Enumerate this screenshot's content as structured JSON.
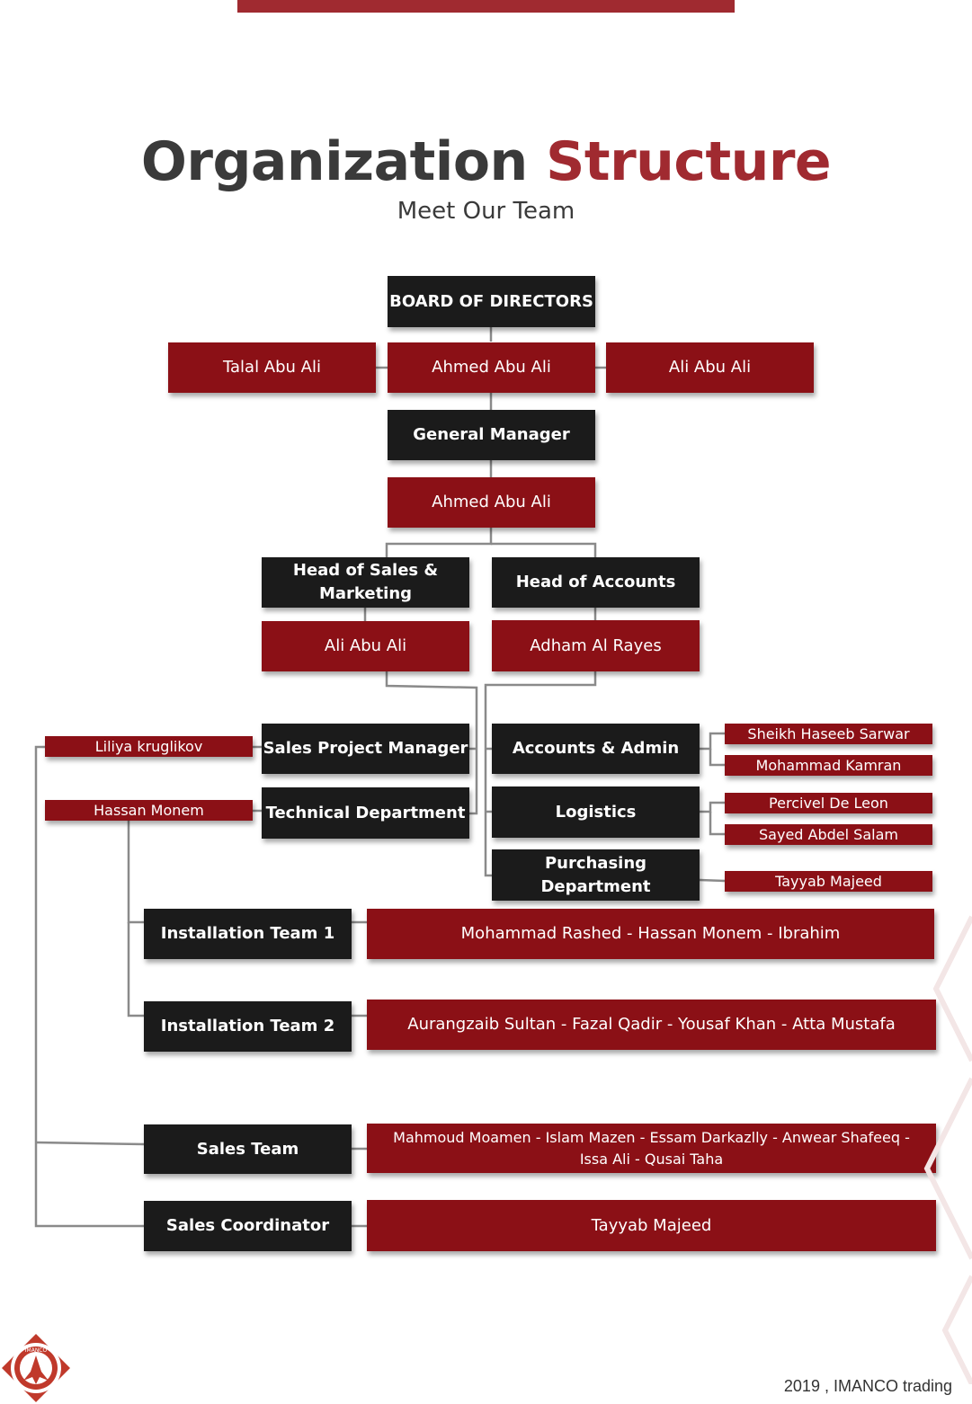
{
  "header": {
    "title_part1": "Organization",
    "title_part2": "Structure",
    "subtitle": "Meet Our Team"
  },
  "colors": {
    "brand_red": "#a02a30",
    "box_red": "#8b1016",
    "box_dark": "#1b1b1b",
    "title_gray": "#3a3a3a"
  },
  "board": {
    "title": "BOARD OF DIRECTORS",
    "members": [
      "Talal Abu Ali",
      "Ahmed Abu Ali",
      "Ali Abu Ali"
    ]
  },
  "general_manager": {
    "title": "General Manager",
    "name": "Ahmed Abu Ali"
  },
  "head_sales": {
    "title": "Head of  Sales  & Marketing",
    "name": "Ali Abu Ali"
  },
  "head_accounts": {
    "title": "Head of Accounts",
    "name": "Adham Al Rayes"
  },
  "sales_project_manager": {
    "title": "Sales Project Manager",
    "name": "Liliya kruglikov"
  },
  "technical_department": {
    "title": "Technical Department",
    "name": "Hassan Monem"
  },
  "accounts_admin": {
    "title": "Accounts & Admin",
    "names": [
      "Sheikh Haseeb Sarwar",
      "Mohammad Kamran"
    ]
  },
  "logistics": {
    "title": "Logistics",
    "names": [
      "Percivel De Leon",
      "Sayed Abdel Salam"
    ]
  },
  "purchasing": {
    "title": "Purchasing Department",
    "name": "Tayyab Majeed"
  },
  "installation_team_1": {
    "title": "Installation Team 1",
    "members": "Mohammad Rashed -  Hassan Monem -  Ibrahim"
  },
  "installation_team_2": {
    "title": "Installation Team 2",
    "members": "Aurangzaib Sultan - Fazal Qadir - Yousaf Khan - Atta Mustafa"
  },
  "sales_team": {
    "title": "Sales Team",
    "members_line1": "Mahmoud Moamen - Islam Mazen - Essam Darkazlly -  Anwear Shafeeq -",
    "members_line2": "Issa Ali - Qusai Taha"
  },
  "sales_coordinator": {
    "title": "Sales Coordinator",
    "name": "Tayyab Majeed"
  },
  "footer": {
    "text": "2019 , IMANCO trading"
  },
  "logo": {
    "icon": "company-logo-icon",
    "text": "IMANCO"
  }
}
